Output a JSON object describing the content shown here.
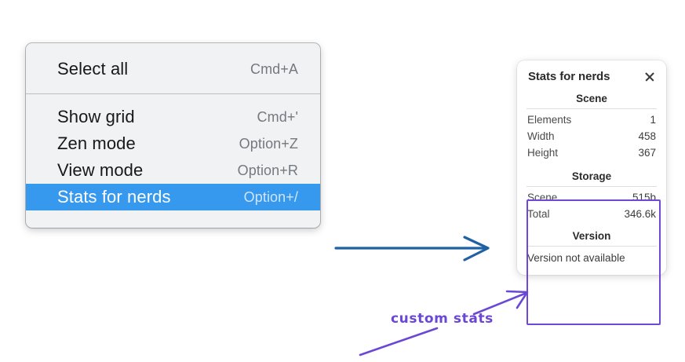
{
  "context_menu": {
    "name": "canvas-context-menu",
    "sections": [
      {
        "items": [
          {
            "label": "Select all",
            "shortcut": "Cmd+A",
            "highlighted": false
          }
        ]
      },
      {
        "items": [
          {
            "label": "Show grid",
            "shortcut": "Cmd+'",
            "highlighted": false
          },
          {
            "label": "Zen mode",
            "shortcut": "Option+Z",
            "highlighted": false
          },
          {
            "label": "View mode",
            "shortcut": "Option+R",
            "highlighted": false
          },
          {
            "label": "Stats for nerds",
            "shortcut": "Option+/",
            "highlighted": true
          }
        ]
      }
    ],
    "highlight_color": "#3699ed",
    "background_color": "#f1f2f4"
  },
  "stats_panel": {
    "title": "Stats for nerds",
    "close_icon": "close-icon",
    "sections": [
      {
        "heading": "Scene",
        "rows": [
          {
            "key": "Elements",
            "value": "1"
          },
          {
            "key": "Width",
            "value": "458"
          },
          {
            "key": "Height",
            "value": "367"
          }
        ]
      },
      {
        "heading": "Storage",
        "rows": [
          {
            "key": "Scene",
            "value": "515b"
          },
          {
            "key": "Total",
            "value": "346.6k"
          }
        ]
      },
      {
        "heading": "Version",
        "note": "Version not available"
      }
    ]
  },
  "annotations": {
    "custom_stats_label": "custom stats",
    "annotation_color": "#6a47d4",
    "flow_arrow_color": "#1f61a5"
  }
}
